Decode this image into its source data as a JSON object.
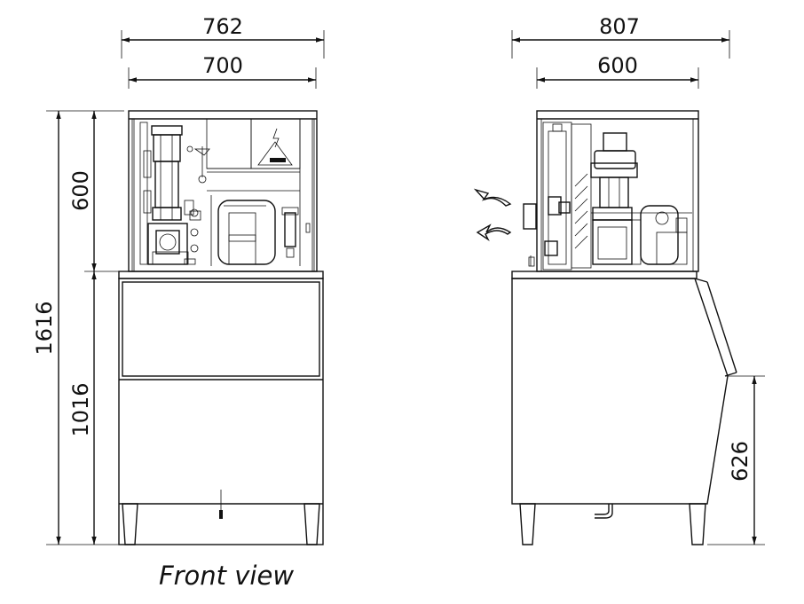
{
  "caption": "Front view",
  "dimensions": {
    "front_overall_width": "762",
    "front_cabinet_width": "700",
    "side_overall_depth": "807",
    "side_cabinet_depth": "600",
    "overall_height": "1616",
    "head_height": "600",
    "bin_height": "1016",
    "door_height": "626"
  },
  "icons": [
    "high-voltage-warning-icon",
    "airflow-arrow-icon"
  ]
}
